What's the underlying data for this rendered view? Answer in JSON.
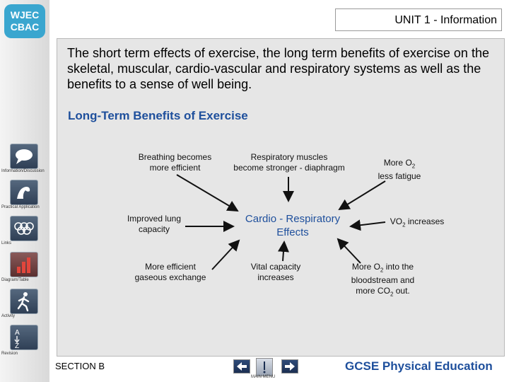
{
  "logo": {
    "line1": "WJEC",
    "line2": "CBAC"
  },
  "header": {
    "unit_label": "UNIT 1 - Information"
  },
  "main": {
    "title": "The short term effects of exercise, the long term benefits of exercise on the skeletal, muscular, cardio-vascular and respiratory systems as well as the benefits to a sense of well being.",
    "subheading": "Long-Term Benefits of Exercise"
  },
  "diagram": {
    "center": "Cardio - Respiratory Effects",
    "top_left": {
      "line1": "Breathing becomes",
      "line2": "more efficient"
    },
    "top_middle": {
      "line1": "Respiratory muscles",
      "line2": "become stronger - diaphragm"
    },
    "top_right": {
      "line1": "More O",
      "sub": "2",
      "line2": "less fatigue"
    },
    "mid_left": {
      "line1": "Improved lung",
      "line2": "capacity"
    },
    "mid_right": {
      "pre": "VO",
      "sub": "2",
      "post": " increases"
    },
    "bottom_left": {
      "line1": "More efficient",
      "line2": "gaseous exchange"
    },
    "bottom_middle": {
      "line1": "Vital capacity",
      "line2": "increases"
    },
    "bottom_right": {
      "line1a": "More O",
      "sub1": "2",
      "line1b": " into the",
      "line2": "bloodstream and",
      "line3a": "more CO",
      "sub3": "2",
      "line3b": " out."
    }
  },
  "sidebar": {
    "items": [
      {
        "label": "Information/Discussion",
        "icon": "speech-bubble-icon"
      },
      {
        "label": "Practical Application",
        "icon": "flexed-arm-icon"
      },
      {
        "label": "Links",
        "icon": "olympic-rings-icon"
      },
      {
        "label": "Diagram/Table",
        "icon": "bar-chart-icon"
      },
      {
        "label": "Activity",
        "icon": "running-figure-icon"
      },
      {
        "label": "Revision",
        "icon": "a-to-z-icon"
      }
    ]
  },
  "footer": {
    "section": "SECTION B",
    "menu_label": "MAIN MENU",
    "title": "GCSE Physical Education"
  },
  "colors": {
    "accent_blue": "#1e4f9c",
    "sidebar_button": "#3c4e65",
    "logo": "#3aa6cf"
  }
}
